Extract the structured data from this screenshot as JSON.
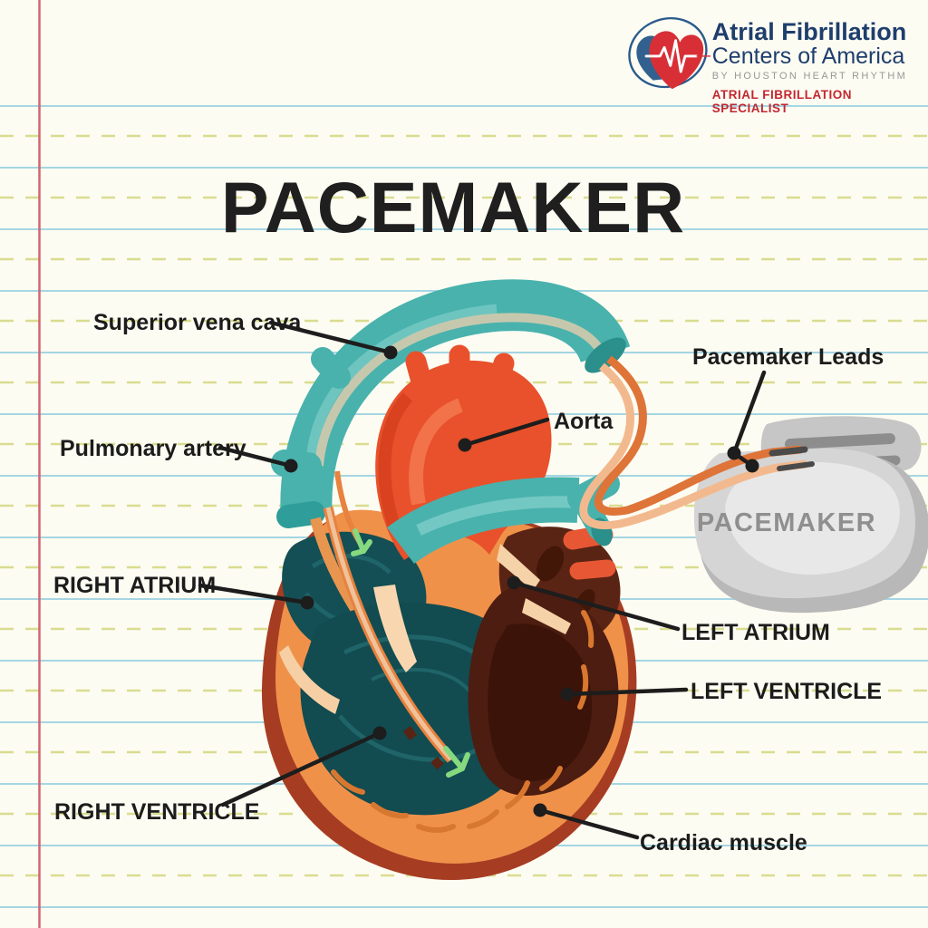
{
  "logo": {
    "title_line1": "Atrial Fibrillation",
    "title_line2": "Centers of America",
    "subtitle": "BY HOUSTON HEART RHYTHM",
    "tagline": "ATRIAL FIBRILLATION SPECIALIST",
    "icon": "heart-with-ekg-in-ellipse"
  },
  "title": "PACEMAKER",
  "device_label": "PACEMAKER",
  "labels": [
    {
      "id": "superior-vena-cava",
      "text": "Superior vena cava"
    },
    {
      "id": "pulmonary-artery",
      "text": "Pulmonary artery"
    },
    {
      "id": "aorta",
      "text": "Aorta"
    },
    {
      "id": "pacemaker-leads",
      "text": "Pacemaker Leads"
    },
    {
      "id": "right-atrium",
      "text": "RIGHT ATRIUM"
    },
    {
      "id": "left-atrium",
      "text": "LEFT ATRIUM"
    },
    {
      "id": "left-ventricle",
      "text": "LEFT VENTRICLE"
    },
    {
      "id": "right-ventricle",
      "text": "RIGHT VENTRICLE"
    },
    {
      "id": "cardiac-muscle",
      "text": "Cardiac muscle"
    }
  ],
  "colors": {
    "paper": "#fdfcf2",
    "line_blue": "#a5d6e4",
    "line_dash": "#d9dc90",
    "margin_red": "#d4646e",
    "vessel_teal": "#49b2ad",
    "vessel_teal_dark": "#2b8f8b",
    "aorta_red": "#e8512b",
    "heart_orange": "#f0914a",
    "heart_dark_red": "#a63d23",
    "chamber_teal": "#124d52",
    "chamber_brown": "#4c1d10",
    "cream": "#f7d6ae",
    "lead_orange": "#de7438",
    "lead_peach": "#f3b98e",
    "device_gray": "#d5d5d5",
    "leader_black": "#1d1d1d",
    "arrow_green": "#86d97f",
    "logo_navy": "#1e3e6d",
    "logo_red": "#c2272f"
  }
}
